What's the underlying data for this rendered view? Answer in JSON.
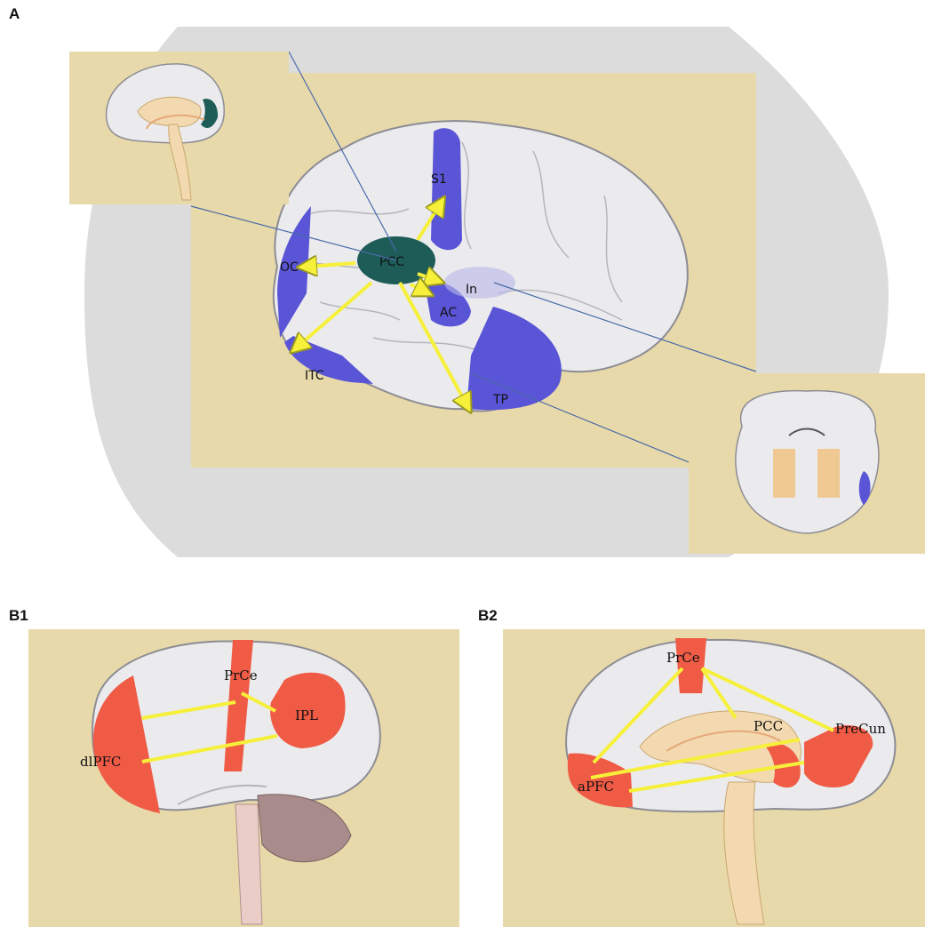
{
  "panels": {
    "a": {
      "letter": "A",
      "regions": {
        "s1": "S1",
        "pcc": "PCC",
        "oc": "OC",
        "in": "In",
        "ac": "AC",
        "itc": "ITC",
        "tp": "TP"
      }
    },
    "b1": {
      "letter": "B1",
      "regions": {
        "prce": "PrCe",
        "ipl": "IPL",
        "dlpfc": "dlPFC"
      }
    },
    "b2": {
      "letter": "B2",
      "regions": {
        "prce": "PrCe",
        "pcc": "PCC",
        "precun": "PreCun",
        "apfc": "aPFC"
      }
    }
  },
  "colors": {
    "background_circle": "#dcdcdc",
    "panel_bg": "#e8d9aa",
    "brain_fill": "#ebebee",
    "brain_stroke": "#8c8c94",
    "blue_region": "#5a55d6",
    "pcc_region": "#1e5c58",
    "red_region": "#ef5b45",
    "connection": "#f6f03a",
    "leader_line": "#4a6aa8"
  }
}
